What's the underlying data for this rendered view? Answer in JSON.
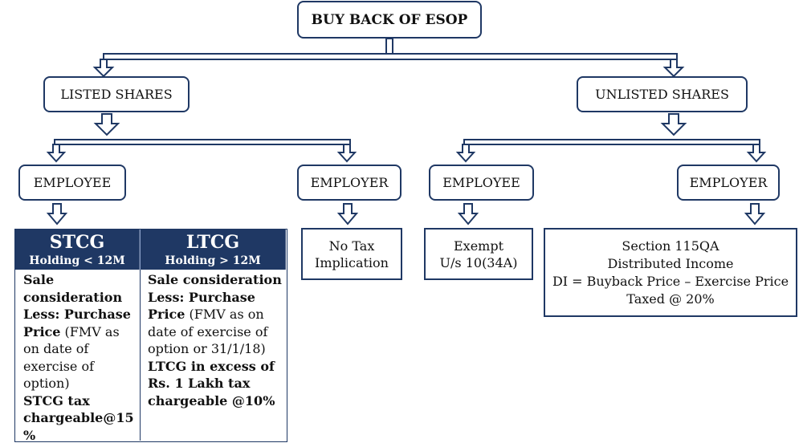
{
  "root": {
    "label": "BUY BACK OF ESOP"
  },
  "listed": {
    "label": "LISTED SHARES",
    "employee": {
      "label": "EMPLOYEE",
      "stcg": {
        "title": "STCG",
        "subtitle": "Holding < 12M",
        "lines": [
          {
            "text": "Sale",
            "bold": true
          },
          {
            "text": "consideration",
            "bold": true
          },
          {
            "text": "Less: Purchase",
            "bold": true
          },
          {
            "text": "Price",
            "bold": true,
            "tail": " (FMV as"
          },
          {
            "text": "on date of",
            "bold": false
          },
          {
            "text": "exercise of",
            "bold": false
          },
          {
            "text": "option)",
            "bold": false
          },
          {
            "text": "STCG tax",
            "bold": true
          },
          {
            "text": "chargeable@15",
            "bold": true
          },
          {
            "text": "%",
            "bold": true
          }
        ]
      },
      "ltcg": {
        "title": "LTCG",
        "subtitle": "Holding > 12M",
        "lines": [
          {
            "text": "Sale consideration",
            "bold": true
          },
          {
            "text": "Less: Purchase",
            "bold": true
          },
          {
            "text": "Price",
            "bold": true,
            "tail": " (FMV as on"
          },
          {
            "text": "date of exercise of",
            "bold": false
          },
          {
            "text": "option or 31/1/18)",
            "bold": false
          },
          {
            "text": "LTCG in excess of",
            "bold": true
          },
          {
            "text": "Rs. 1 Lakh tax",
            "bold": true
          },
          {
            "text": "chargeable @10%",
            "bold": true
          }
        ]
      }
    },
    "employer": {
      "label": "EMPLOYER",
      "result_lines": [
        "No Tax",
        "Implication"
      ]
    }
  },
  "unlisted": {
    "label": "UNLISTED SHARES",
    "employee": {
      "label": "EMPLOYEE",
      "result_lines": [
        "Exempt",
        "U/s 10(34A)"
      ]
    },
    "employer": {
      "label": "EMPLOYER",
      "result_lines": [
        "Section 115QA",
        "Distributed Income",
        "DI = Buyback Price – Exercise Price",
        "Taxed @ 20%"
      ]
    }
  },
  "colors": {
    "stroke": "#1f3864",
    "header_fill": "#1f3864"
  }
}
